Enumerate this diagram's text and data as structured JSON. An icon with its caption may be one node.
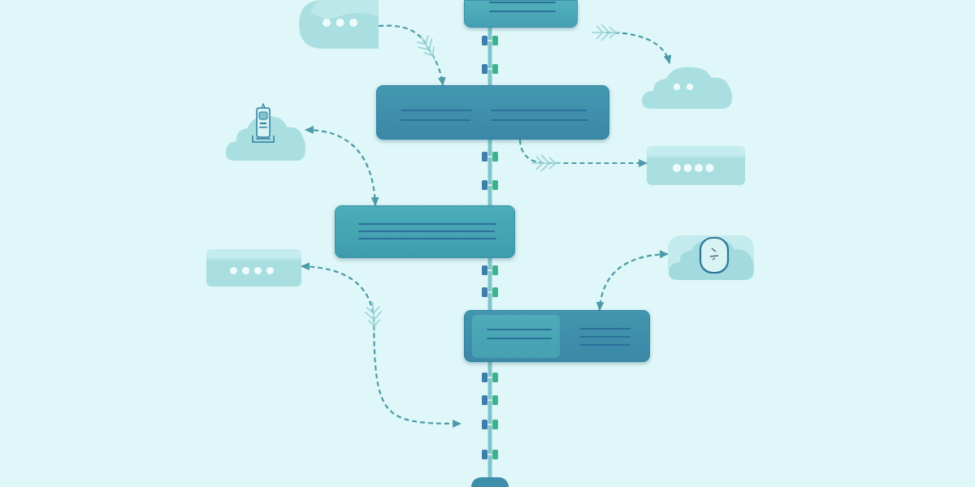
{
  "diagram": {
    "nodes": [
      {
        "text": [],
        "shape": "box"
      },
      {
        "text": [],
        "shape": "bubble"
      },
      {
        "text": [],
        "shape": "cloud"
      },
      {
        "text": [],
        "shape": "box"
      },
      {
        "text": [],
        "shape": "cloud"
      },
      {
        "text": [],
        "shape": "box"
      },
      {
        "text": [],
        "shape": "box"
      },
      {
        "text": [],
        "shape": "box"
      },
      {
        "text": [],
        "shape": "cloud"
      },
      {
        "text": [],
        "shape": "box"
      },
      {
        "text": [],
        "shape": "circle"
      }
    ],
    "edges": [
      {
        "from": 0,
        "to": 3,
        "arrow": "none",
        "style": "thick",
        "color": "#7fc4ca"
      },
      {
        "from": 3,
        "to": 6,
        "arrow": "none",
        "style": "thick",
        "color": "#7fc4ca"
      },
      {
        "from": 6,
        "to": 9,
        "arrow": "none",
        "style": "thick",
        "color": "#7fc4ca"
      },
      {
        "from": 9,
        "to": 10,
        "arrow": "none",
        "style": "thick",
        "color": "#7fc4ca"
      },
      {
        "from": 1,
        "to": 3,
        "arrow": "to",
        "style": "dashed"
      },
      {
        "from": null,
        "to": 2,
        "arrow": "to",
        "style": "dashed"
      },
      {
        "from": 3,
        "to": 5,
        "arrow": "to",
        "style": "dashed"
      },
      {
        "from": 4,
        "to": 6,
        "arrow": "both",
        "style": "dashed"
      },
      {
        "from": 8,
        "to": 9,
        "arrow": "both",
        "style": "dashed"
      },
      {
        "from": 7,
        "to": null,
        "arrow": "both",
        "style": "dashed"
      }
    ]
  }
}
